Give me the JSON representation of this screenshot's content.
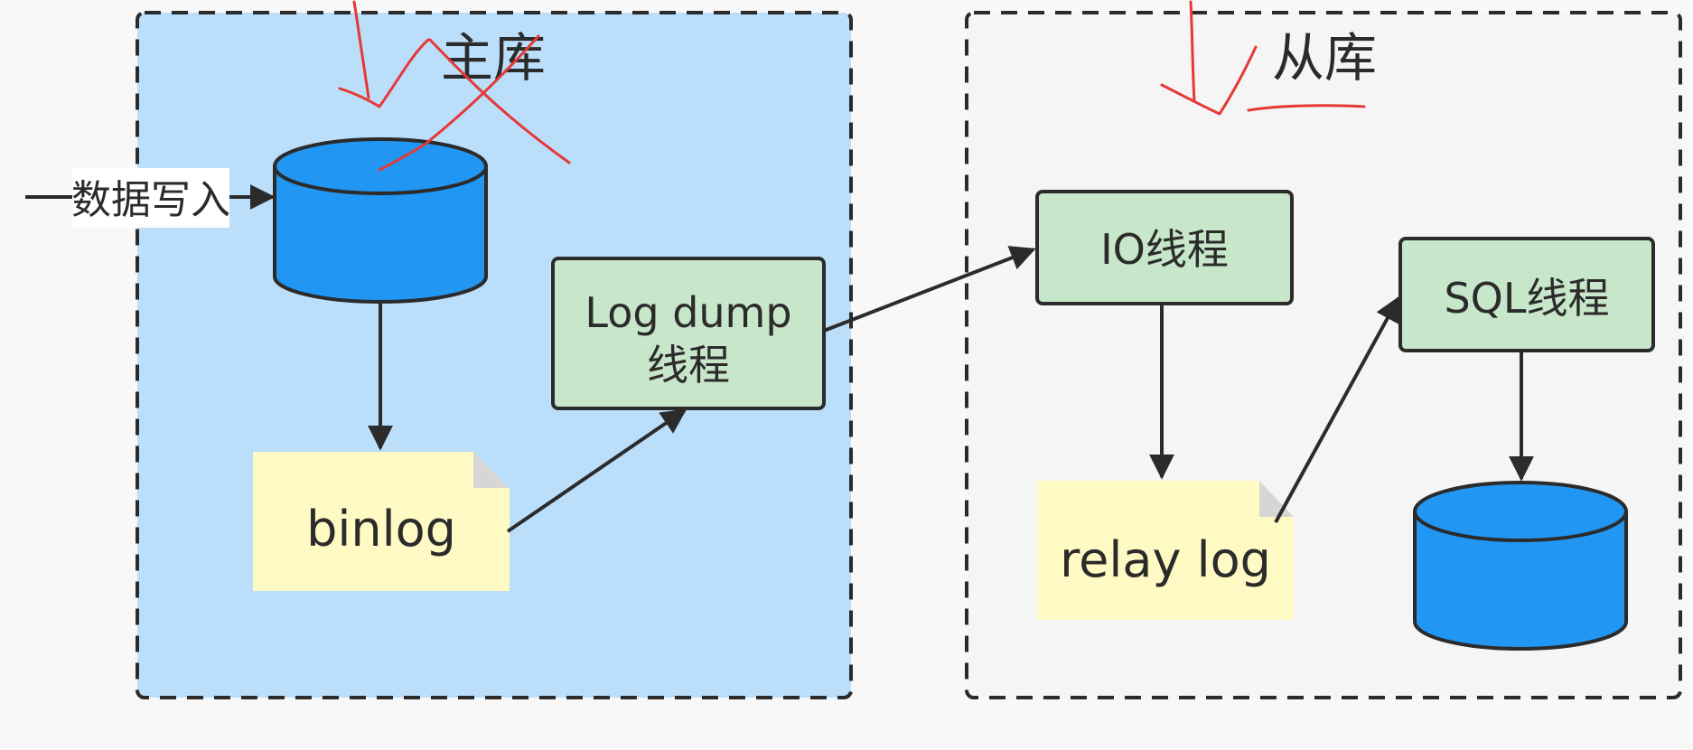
{
  "regions": {
    "master": {
      "title": "主库"
    },
    "slave": {
      "title": "从库"
    }
  },
  "input": {
    "label": "数据写入"
  },
  "nodes": {
    "log_dump": {
      "line1": "Log dump",
      "line2": "线程"
    },
    "io_thread": {
      "label": "IO线程"
    },
    "sql_thread": {
      "label": "SQL线程"
    }
  },
  "files": {
    "binlog": {
      "label": "binlog"
    },
    "relay_log": {
      "label": "relay log"
    }
  },
  "colors": {
    "master_fill": "#bbdefb",
    "slave_fill": "#f5f5f5",
    "database": "#2196f3",
    "thread_box": "#c8e6c9",
    "file_note": "#fff9c4",
    "file_fold": "#d6d6d6",
    "stroke": "#2b2b2b",
    "annotation": "#e53935"
  },
  "icons": {
    "master_db": "database-cylinder-icon",
    "slave_db": "database-cylinder-icon"
  }
}
